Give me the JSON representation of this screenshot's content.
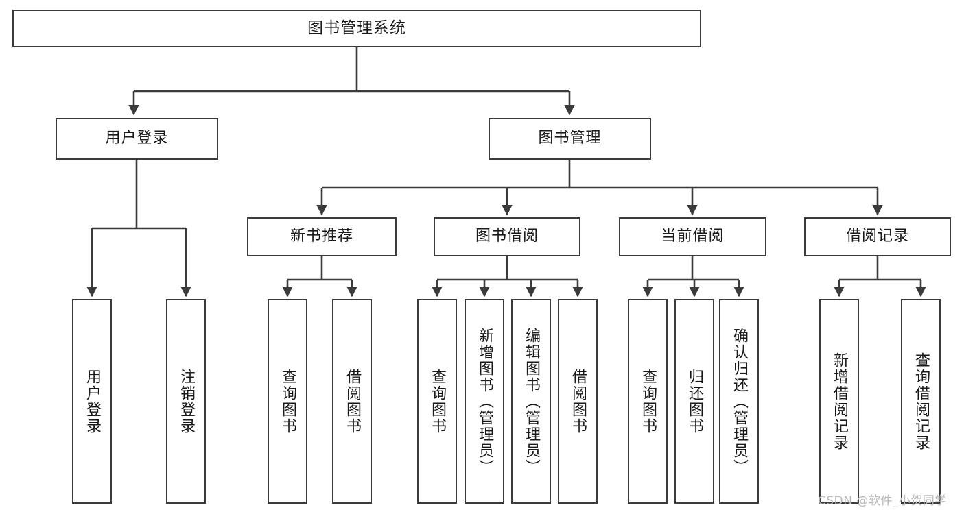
{
  "diagram": {
    "title": "图书管理系统",
    "type": "tree-hierarchy-chart",
    "root": {
      "label": "图书管理系统"
    },
    "level2": [
      {
        "label": "用户登录"
      },
      {
        "label": "图书管理"
      }
    ],
    "level3": [
      {
        "label": "新书推荐"
      },
      {
        "label": "图书借阅"
      },
      {
        "label": "当前借阅"
      },
      {
        "label": "借阅记录"
      }
    ],
    "leaves": {
      "user_login": [
        {
          "label": "用户登录"
        },
        {
          "label": "注销登录"
        }
      ],
      "new_book_recommend": [
        {
          "label": "查询图书"
        },
        {
          "label": "借阅图书"
        }
      ],
      "book_borrow": [
        {
          "label": "查询图书"
        },
        {
          "label": "新增图书（管理员）"
        },
        {
          "label": "编辑图书（管理员）"
        },
        {
          "label": "借阅图书"
        }
      ],
      "current_borrow": [
        {
          "label": "查询图书"
        },
        {
          "label": "归还图书"
        },
        {
          "label": "确认归还（管理员）"
        }
      ],
      "borrow_record": [
        {
          "label": "新增借阅记录"
        },
        {
          "label": "查询借阅记录"
        }
      ]
    }
  },
  "watermark": {
    "text": "CSDN @软件_小贺同学"
  },
  "colors": {
    "stroke": "#3b3b3b",
    "fill": "#ffffff",
    "text": "#1a1a1a",
    "watermark": "#b9b9b9"
  }
}
